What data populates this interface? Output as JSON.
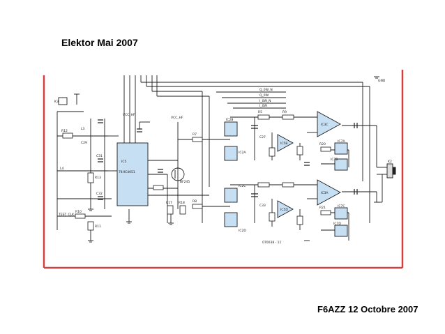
{
  "slide": {
    "title": "Elektor Mai 2007",
    "footer": "F6AZZ 12 Octobre 2007"
  },
  "schematic": {
    "frame_color": "#d04040",
    "wire_color": "#1a1a1a",
    "component_fill": "#c7dff3",
    "labels": {
      "k": "K3",
      "mux": "IC5",
      "mux_part": "74HC4051",
      "vcc1": "VCC_HF",
      "vcc2": "VCC_HF",
      "fet": "BF245",
      "inductor": "L4",
      "test": "TEST_CLK",
      "ic2b": "IC2B",
      "ic2a": "IC2A",
      "ic2c": "IC2C",
      "ic2d": "IC2D",
      "ic5b": "IC5B",
      "ic5d": "IC5D",
      "ic3c": "IC3C",
      "ic3a": "IC3A",
      "ic7a": "IC7A",
      "ic7b": "IC7B",
      "ic7c": "IC7C",
      "ic7d": "IC7D",
      "q0": "Q_0W_N",
      "q1": "Q_0W",
      "q2": "I_0W_N",
      "q3": "I_0W",
      "gnd": "GND",
      "code": "070038 - 11",
      "k2": "K2",
      "r12": "R12",
      "r13": "R13",
      "r10": "R10",
      "r11": "R11",
      "l3": "L3",
      "c29": "C29",
      "c31": "C31",
      "c32": "C32",
      "c27": "C27",
      "c33": "C33",
      "r5": "R5",
      "r7": "R7",
      "r9": "R9",
      "r8": "R8",
      "r20": "R20",
      "r21": "R21",
      "r17": "R17",
      "r18": "R18"
    }
  }
}
